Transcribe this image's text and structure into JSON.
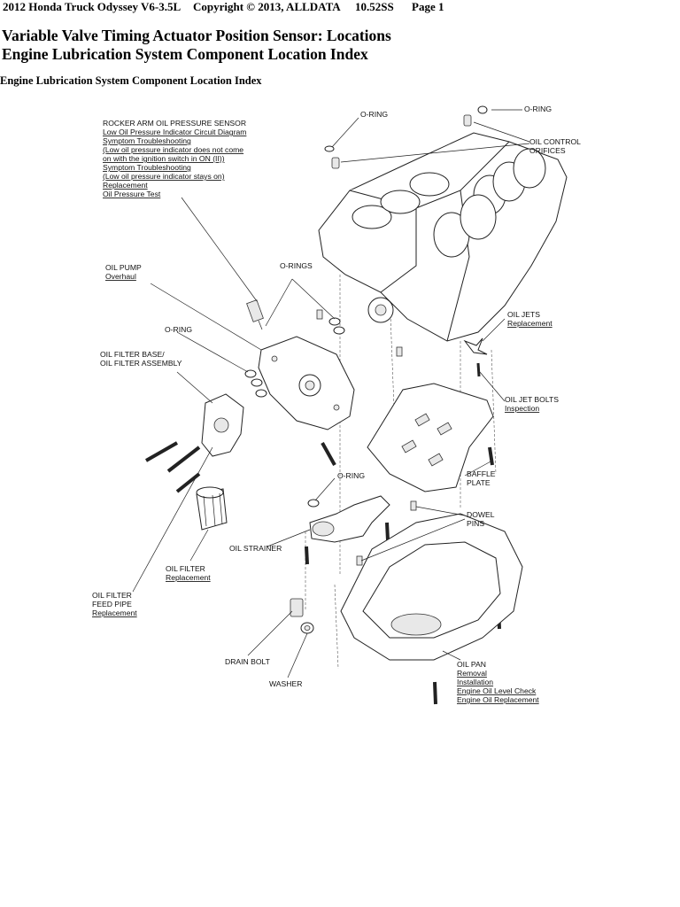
{
  "header": {
    "vehicle": "2012 Honda Truck Odyssey V6-3.5L",
    "copyright": "Copyright © 2013, ALLDATA",
    "version": "10.52SS",
    "page": "Page 1"
  },
  "titles": {
    "line1": "Variable Valve Timing Actuator Position Sensor: Locations",
    "line2": "Engine Lubrication System Component Location Index"
  },
  "subheading": "Engine Lubrication System Component Location Index",
  "diagram": {
    "labels": {
      "rocker_sensor": [
        "ROCKER ARM OIL PRESSURE SENSOR",
        "Low Oil Pressure Indicator Circuit Diagram",
        "Symptom Troubleshooting",
        "(Low oil pressure indicator does not come",
        "on with the ignition switch in ON (II))",
        "Symptom Troubleshooting",
        "(Low oil pressure indicator stays on)",
        "Replacement",
        "Oil Pressure Test"
      ],
      "oring_top": "O-RING",
      "oring_right": "O-RING",
      "oil_control_orifices": [
        "OIL CONTROL",
        "ORIFICES"
      ],
      "oil_pump": [
        "OIL PUMP",
        "Overhaul"
      ],
      "orings": "O-RINGS",
      "oil_jets": [
        "OIL JETS",
        "Replacement"
      ],
      "oring_mid": "O-RING",
      "oil_filter_base": [
        "OIL FILTER BASE/",
        "OIL FILTER ASSEMBLY"
      ],
      "oil_jet_bolts": [
        "OIL JET BOLTS",
        "Inspection"
      ],
      "baffle_plate": [
        "BAFFLE",
        "PLATE"
      ],
      "oring_lower": "O-RING",
      "dowel_pins": [
        "DOWEL",
        "PINS"
      ],
      "oil_strainer": "OIL STRAINER",
      "oil_filter": [
        "OIL FILTER",
        "Replacement"
      ],
      "oil_filter_feed_pipe": [
        "OIL FILTER",
        "FEED PIPE",
        "Replacement"
      ],
      "drain_bolt": "DRAIN BOLT",
      "washer": "WASHER",
      "oil_pan": [
        "OIL PAN",
        "Removal",
        "Installation",
        "Engine Oil Level Check",
        "Engine Oil Replacement"
      ]
    }
  }
}
